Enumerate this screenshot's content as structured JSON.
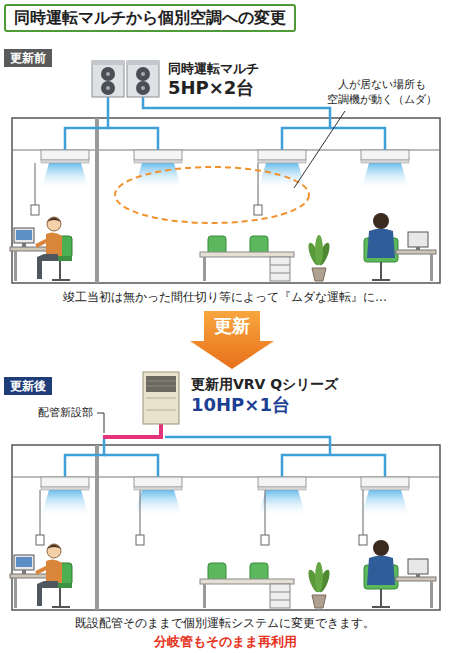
{
  "diagram": {
    "title": "同時運転マルチから個別空調への変更",
    "nodes": [
      {
        "text": [
          "更新前"
        ]
      },
      {
        "text": [
          "同時運転マルチ",
          "5HP×2台"
        ]
      },
      {
        "text": [
          "更新"
        ]
      },
      {
        "text": [
          "更新後"
        ]
      },
      {
        "text": [
          "更新用VRV Qシリーズ",
          "10HP×1台"
        ]
      }
    ],
    "labels": [
      "人が居ない場所も 空調機が動く（ムダ）",
      "竣工当初は無かった間仕切り等によって『ムダな運転』に…",
      "配管新設部",
      "既設配管そのままで個別運転システムに変更できます。",
      "分岐管もそのまま再利用"
    ]
  }
}
